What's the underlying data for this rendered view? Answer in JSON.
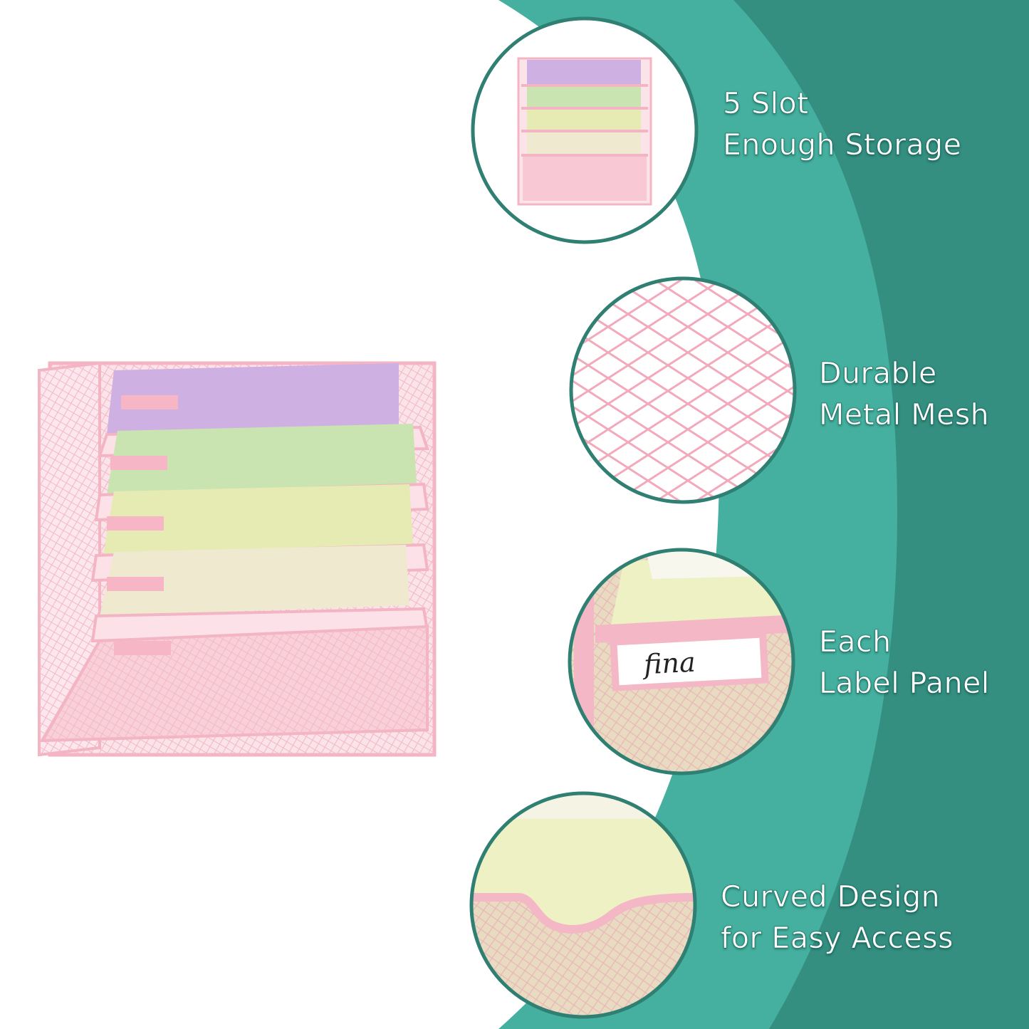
{
  "colors": {
    "teal_light": "#45b09f",
    "teal_dark": "#348f81",
    "circle_border": "#2f7f72",
    "mesh_pink": "#f4bfcb",
    "folder_purple": "#c9a8dd",
    "folder_green": "#c8e6b0",
    "folder_yellow": "#e8ecb2",
    "folder_cream": "#f0ead0"
  },
  "features": [
    {
      "line1": "5 Slot",
      "line2": "Enough Storage",
      "icon": "organizer-thumbnail-icon"
    },
    {
      "line1": "Durable",
      "line2": "Metal Mesh",
      "icon": "mesh-closeup-icon"
    },
    {
      "line1": "Each",
      "line2": "Label Panel",
      "icon": "label-panel-closeup-icon"
    },
    {
      "line1": "Curved Design",
      "line2": "for Easy Access",
      "icon": "curved-edge-closeup-icon"
    }
  ],
  "label_panel": {
    "handwriting": "fina"
  },
  "product": {
    "slots": 5,
    "icon": "wall-file-organizer-icon"
  }
}
